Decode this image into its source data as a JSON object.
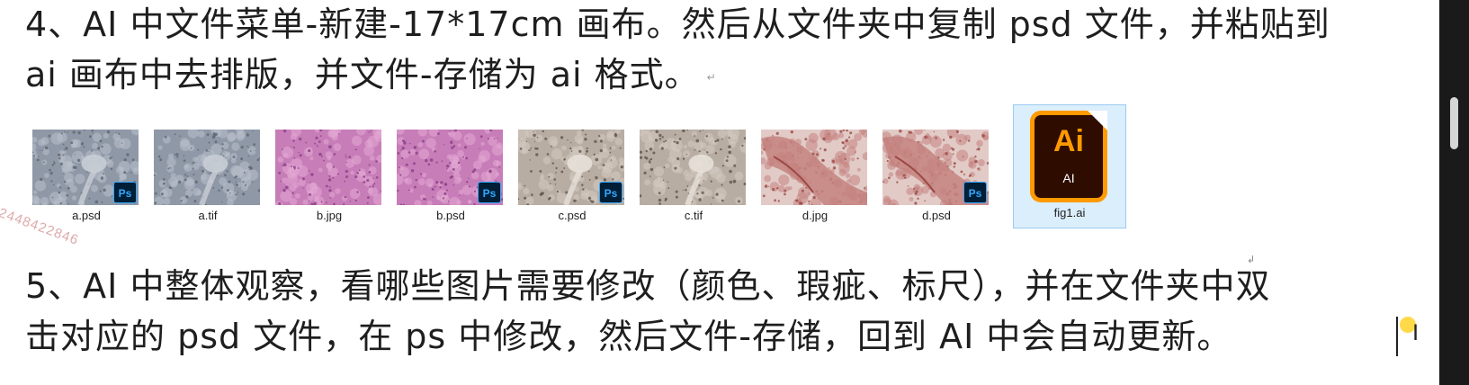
{
  "document": {
    "step4_line1": "4、AI 中文件菜单-新建-17*17cm 画布。然后从文件夹中复制 psd 文件，并粘贴到",
    "step4_line2": "ai 画布中去排版，并文件-存储为 ai 格式。",
    "step5_line1": "5、AI 中整体观察，看哪些图片需要修改（颜色、瑕疵、标尺），并在文件夹中双",
    "step5_line2": "击对应的 psd 文件，在 ps 中修改，然后文件-存储，回到 AI 中会自动更新。",
    "paragraph_mark": "↵"
  },
  "files": [
    {
      "name": "a.psd",
      "type": "psd",
      "badge": "Ps",
      "style": "liver-gray"
    },
    {
      "name": "a.tif",
      "type": "tif",
      "badge": "",
      "style": "liver-gray"
    },
    {
      "name": "b.jpg",
      "type": "jpg",
      "badge": "",
      "style": "he-pink"
    },
    {
      "name": "b.psd",
      "type": "psd",
      "badge": "Ps",
      "style": "he-pink"
    },
    {
      "name": "c.psd",
      "type": "psd",
      "badge": "Ps",
      "style": "ihc-tan"
    },
    {
      "name": "c.tif",
      "type": "tif",
      "badge": "",
      "style": "ihc-tan"
    },
    {
      "name": "d.jpg",
      "type": "jpg",
      "badge": "",
      "style": "skin-red"
    },
    {
      "name": "d.psd",
      "type": "psd",
      "badge": "Ps",
      "style": "skin-red"
    }
  ],
  "ai_file": {
    "name": "fig1.ai",
    "icon_big": "Ai",
    "icon_small": "AI",
    "selected": true
  },
  "watermark": "2448422846",
  "colors": {
    "ps_badge_bg": "#001e36",
    "ps_badge_fg": "#31a8ff",
    "ai_icon_bg": "#2e0c00",
    "ai_icon_accent": "#ff9a00",
    "selection_bg": "#dbeefc"
  }
}
